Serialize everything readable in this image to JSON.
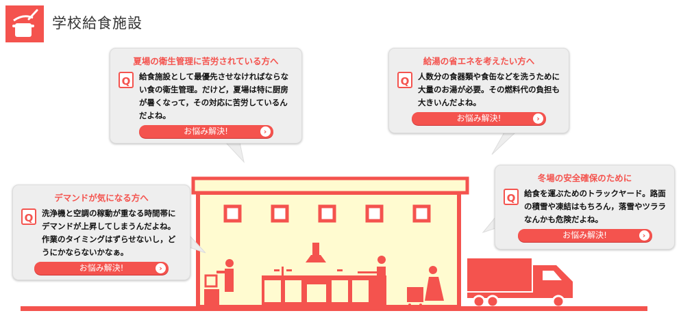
{
  "header": {
    "title": "学校給食施設",
    "icon": "pot-icon"
  },
  "bubbles": [
    {
      "title": "夏場の衛生管理に苦労されている方へ",
      "q": "Q",
      "text": "給食施設として最優先させなければならない食の衛生管理。だけど，夏場は特に厨房が暑くなって，その対応に苦労しているんだよね。",
      "button": "お悩み解決!"
    },
    {
      "title": "給湯の省エネを考えたい方へ",
      "q": "Q",
      "text": "人数分の食器類や食缶などを洗うために大量のお湯が必要。その燃料代の負担も大きいんだよね。",
      "button": "お悩み解決!"
    },
    {
      "title": "デマンドが気になる方へ",
      "q": "Q",
      "text": "洗浄機と空調の稼動が重なる時間帯にデマンドが上昇してしまうんだよね。作業のタイミングはずらせないし，どうにかならないかなぁ。",
      "button": "お悩み解決!"
    },
    {
      "title": "冬場の安全確保のために",
      "q": "Q",
      "text": "給食を運ぶためのトラックヤード。路面の積雪や凍結はもちろん，落雪やツララなんかも危険だよね。",
      "button": "お悩み解決!"
    }
  ],
  "colors": {
    "accent": "#f4534e",
    "wall": "#fffbd0",
    "bubble": "#eeeeee"
  }
}
